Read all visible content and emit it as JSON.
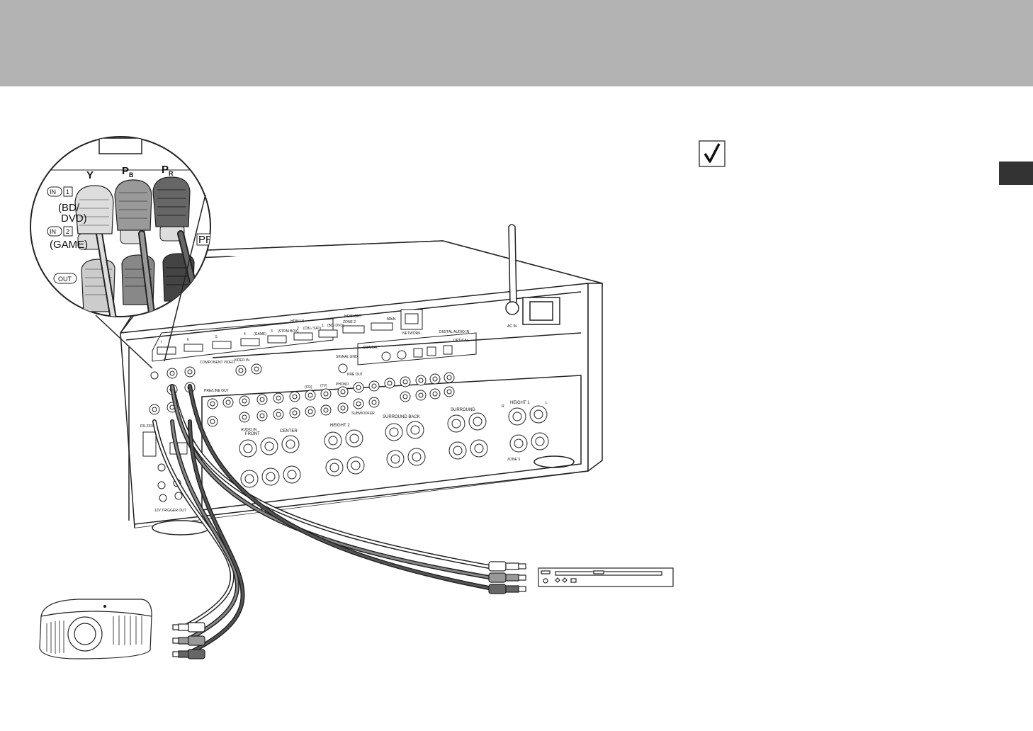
{
  "magnified_labels": {
    "y": "Y",
    "pb": "P",
    "pb_sub": "B",
    "pr": "P",
    "pr_sub": "R",
    "in1_badge": "IN",
    "in1_num": "1",
    "in1_line1": "(BD/",
    "in1_line2": "DVD)",
    "in2_badge": "IN",
    "in2_num": "2",
    "in2_line": "(GAME)",
    "out": "OUT",
    "pr_partial": "PR"
  },
  "panel_labels": {
    "hdmi_in": "HDMI IN",
    "hdmi_out": "HDMI OUT",
    "main": "MAIN",
    "zone2": "ZONE 2",
    "network": "NETWORK",
    "digital_audio_in": "DIGITAL AUDIO IN",
    "coaxial": "COAXIAL",
    "optical": "OPTICAL",
    "component_video": "COMPONENT VIDEO",
    "video_in": "VIDEO IN",
    "signal_gnd": "SIGNAL GND",
    "pre_out": "PRE OUT",
    "pre_line_out": "PRE/LINE OUT",
    "audio_in": "AUDIO IN",
    "front": "FRONT",
    "center": "CENTER",
    "height2": "HEIGHT 2",
    "surround_back": "SURROUND BACK",
    "surround": "SURROUND",
    "height1": "HEIGHT 1",
    "zone3": "ZONE 3",
    "ac_in": "AC IN",
    "rs232c": "RS-232C",
    "trigger": "12V TRIGGER OUT",
    "game": "(GAME)",
    "strm_box": "(STRM BOX)",
    "cbl_sat": "(CBL/ SAT)",
    "bd_dvd": "(BD/ DVD)",
    "tv": "(TV)",
    "cd": "(CD)",
    "phono": "PHONO",
    "subwoofer": "SUBWOOFER",
    "r": "R",
    "l": "L"
  },
  "hdmi_in_numbers": [
    "7",
    "6",
    "5",
    "4",
    "3",
    "2",
    "1"
  ],
  "colors": {
    "header": "#b3b3b3",
    "side_tab": "#333333",
    "line": "#222222"
  },
  "icons": {
    "checkmark": "checkmark-icon",
    "projector": "projector-icon",
    "bd_player": "bd-player-icon",
    "antenna": "antenna-icon"
  }
}
